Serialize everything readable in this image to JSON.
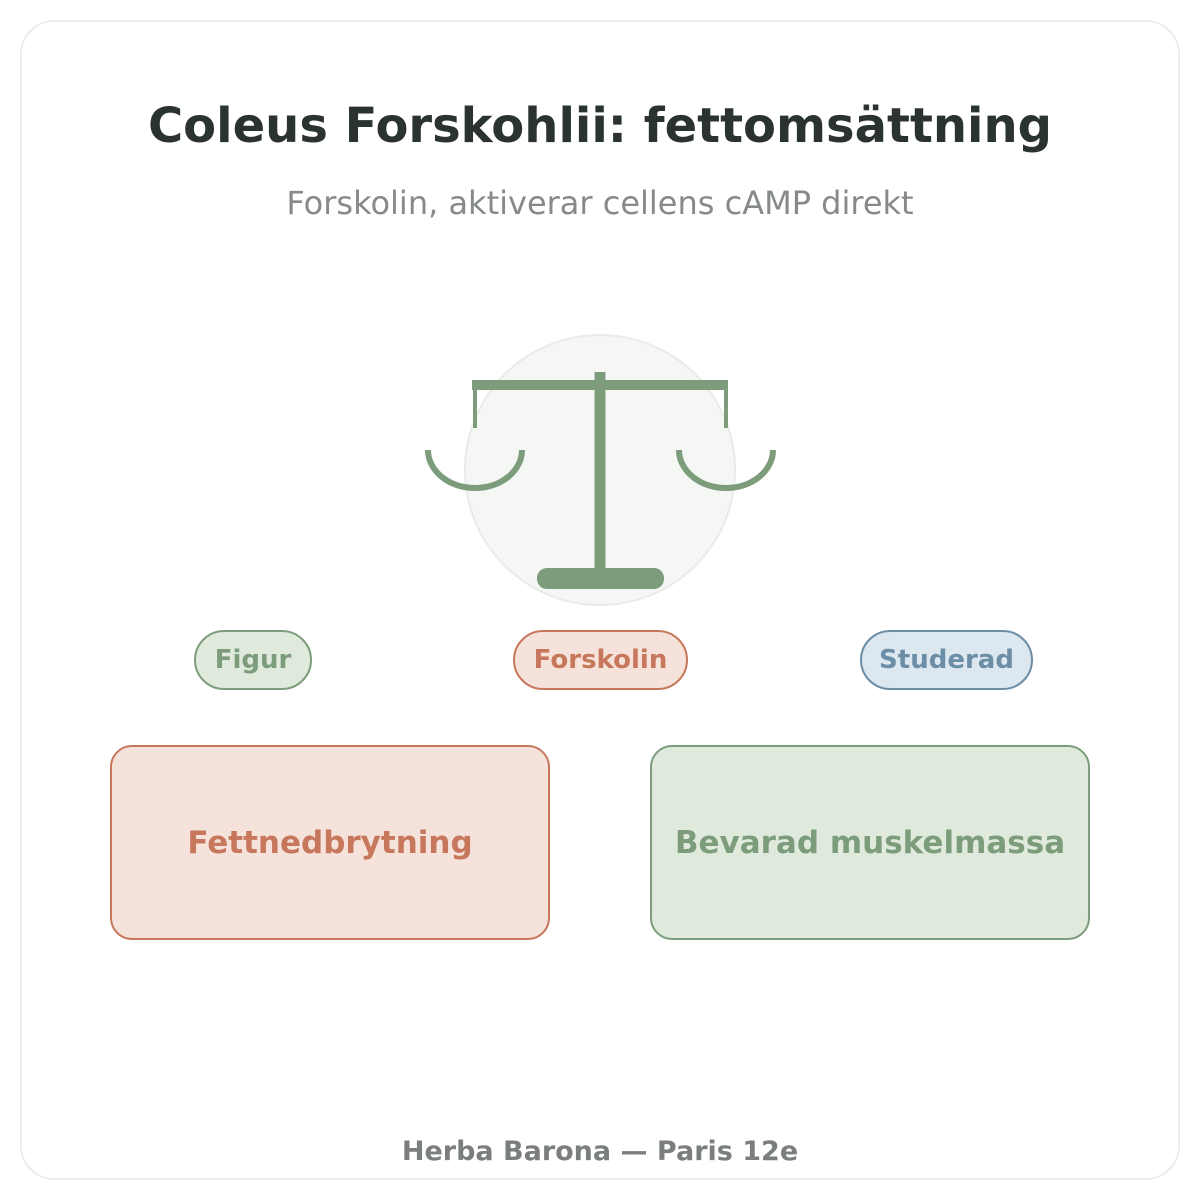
{
  "header": {
    "title": "Coleus Forskohlii: fettomsättning",
    "subtitle": "Forskolin, aktiverar cellens cAMP direkt"
  },
  "illustration": {
    "icon": "balance-scale-icon",
    "color": "#7c9c7c",
    "circle_fill": "#f5f7f4"
  },
  "tags": [
    {
      "label": "Figur",
      "color": "#7c9c7c"
    },
    {
      "label": "Forskolin",
      "color": "#c7775c"
    },
    {
      "label": "Studerad",
      "color": "#6b8ea6"
    }
  ],
  "boxes": [
    {
      "label": "Fettnedbrytning",
      "color": "#c7775c"
    },
    {
      "label": "Bevarad muskelmassa",
      "color": "#7c9c7c"
    }
  ],
  "footer": {
    "text": "Herba Barona — Paris 12e"
  }
}
